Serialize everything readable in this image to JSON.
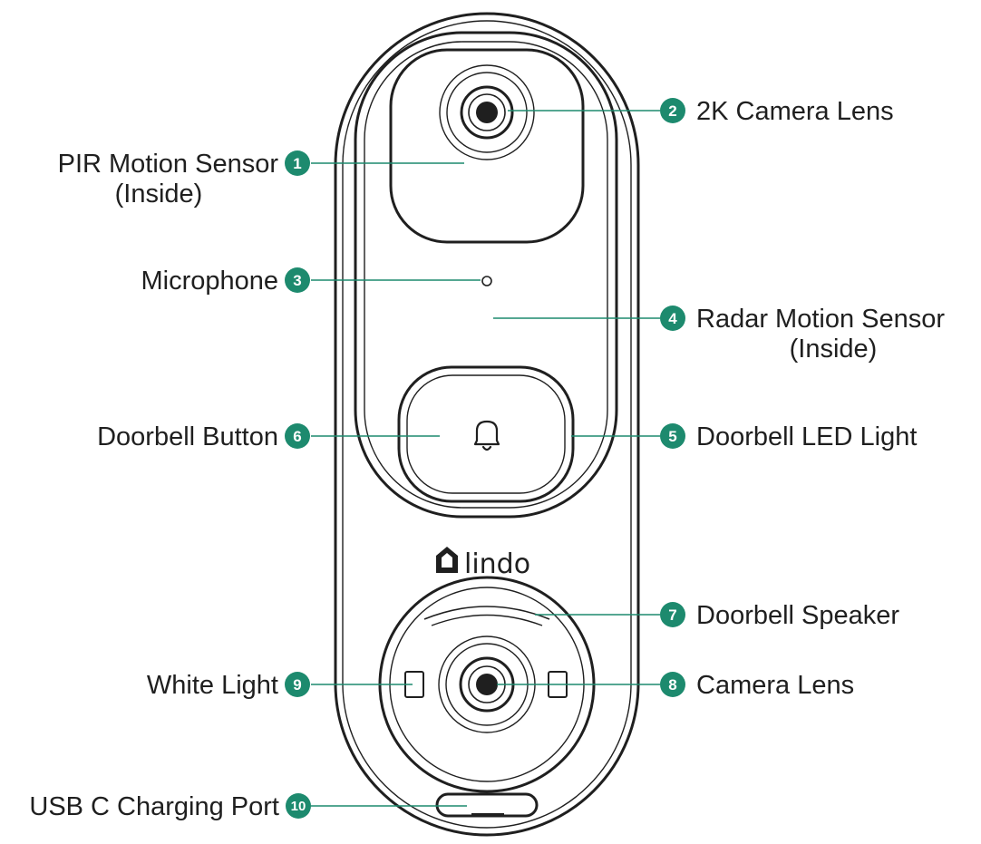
{
  "brand": "lindo",
  "colors": {
    "accent": "#1d8a6e",
    "outline": "#1f1f1f"
  },
  "callouts": [
    {
      "number": "1",
      "lines": [
        "PIR Motion Sensor",
        "(Inside)"
      ]
    },
    {
      "number": "2",
      "lines": [
        "2K Camera Lens"
      ]
    },
    {
      "number": "3",
      "lines": [
        "Microphone"
      ]
    },
    {
      "number": "4",
      "lines": [
        "Radar Motion Sensor",
        "(Inside)"
      ]
    },
    {
      "number": "5",
      "lines": [
        "Doorbell LED Light"
      ]
    },
    {
      "number": "6",
      "lines": [
        "Doorbell Button"
      ]
    },
    {
      "number": "7",
      "lines": [
        "Doorbell Speaker"
      ]
    },
    {
      "number": "8",
      "lines": [
        "Camera Lens"
      ]
    },
    {
      "number": "9",
      "lines": [
        "White Light"
      ]
    },
    {
      "number": "10",
      "lines": [
        "USB C Charging Port"
      ]
    }
  ]
}
